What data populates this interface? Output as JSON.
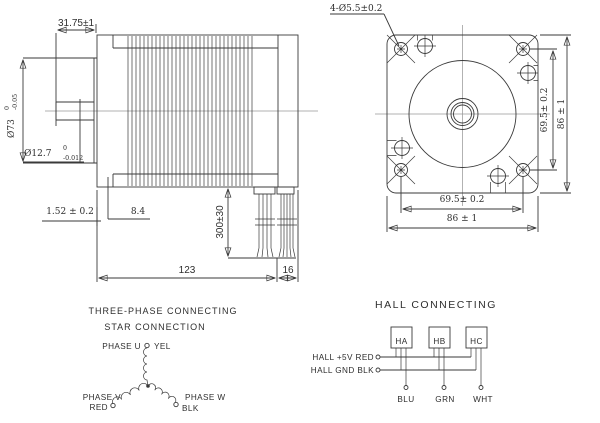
{
  "side_view": {
    "shaft_length": "31.75±1",
    "body_diameter": {
      "main": "Ø73",
      "upper": "0",
      "lower": "-0.05"
    },
    "shaft_diameter": {
      "main": "Ø12.7",
      "upper": "0",
      "lower": "-0.012"
    },
    "boss_offset": "8.4",
    "pilot_depth": "1.52 ± 0.2",
    "lead_length": "300±30",
    "body_length": "123",
    "wire_exit_width": "16"
  },
  "front_view": {
    "mounting_holes": "4-Ø5.5±0.2",
    "hole_spacing_horizontal": "69.5± 0.2",
    "frame_width": "86 ± 1",
    "hole_spacing_vertical": "69.5± 0.2",
    "frame_height": "86 ± 1"
  },
  "star_diagram": {
    "title_line1": "THREE-PHASE CONNECTING",
    "title_line2": "STAR CONNECTION",
    "phase_u_label": "PHASE U",
    "phase_u_wire": "YEL",
    "phase_v_label": "PHASE V",
    "phase_v_wire": "RED",
    "phase_w_label": "PHASE W",
    "phase_w_wire": "BLK"
  },
  "hall_diagram": {
    "title": "HALL CONNECTING",
    "sensors": [
      "HA",
      "HB",
      "HC"
    ],
    "rail_5v_label": "HALL +5V RED",
    "rail_gnd_label": "HALL GND BLK",
    "outputs": [
      "BLU",
      "GRN",
      "WHT"
    ]
  },
  "colors": {
    "line": "#3a3a3a",
    "centerline": "#999999",
    "background": "#ffffff"
  }
}
